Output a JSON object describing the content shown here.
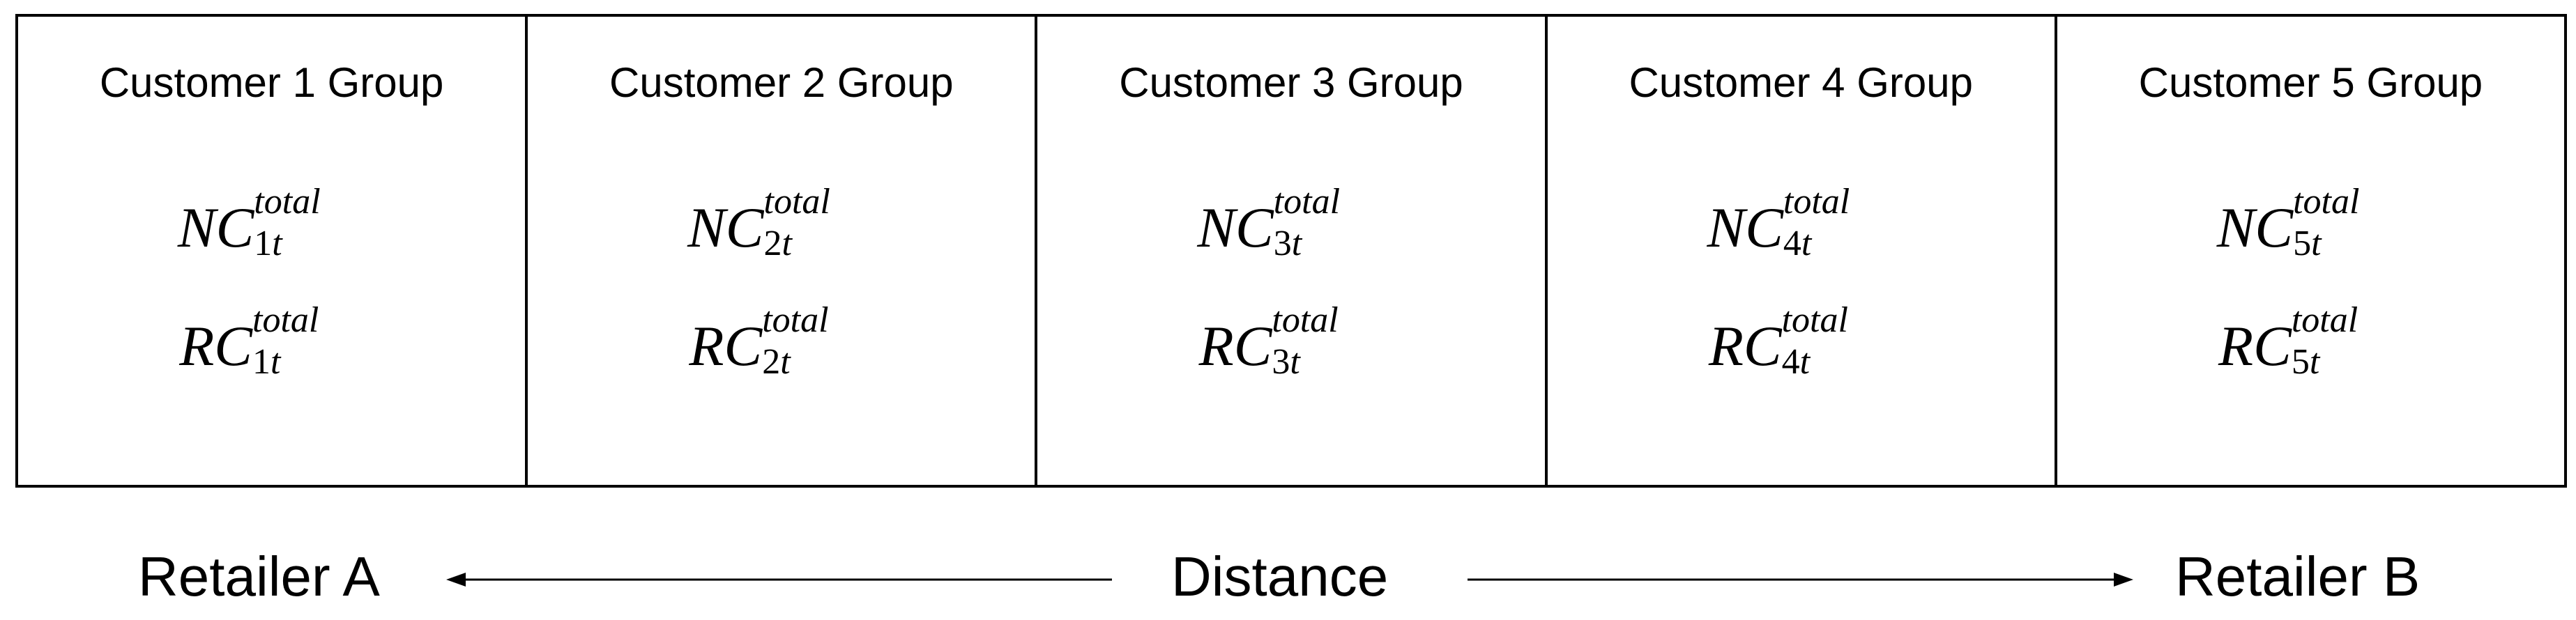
{
  "groups": [
    {
      "title": "Customer 1 Group",
      "index": "1",
      "nc_base": "NC",
      "rc_base": "RC",
      "superscript": "total",
      "subscript_var": "t"
    },
    {
      "title": "Customer 2 Group",
      "index": "2",
      "nc_base": "NC",
      "rc_base": "RC",
      "superscript": "total",
      "subscript_var": "t"
    },
    {
      "title": "Customer 3 Group",
      "index": "3",
      "nc_base": "NC",
      "rc_base": "RC",
      "superscript": "total",
      "subscript_var": "t"
    },
    {
      "title": "Customer 4 Group",
      "index": "4",
      "nc_base": "NC",
      "rc_base": "RC",
      "superscript": "total",
      "subscript_var": "t"
    },
    {
      "title": "Customer 5 Group",
      "index": "5",
      "nc_base": "NC",
      "rc_base": "RC",
      "superscript": "total",
      "subscript_var": "t"
    }
  ],
  "axis": {
    "left_label": "Retailer A",
    "center_label": "Distance",
    "right_label": "Retailer B"
  },
  "colors": {
    "line": "#000000",
    "text": "#000000",
    "background": "#ffffff"
  }
}
